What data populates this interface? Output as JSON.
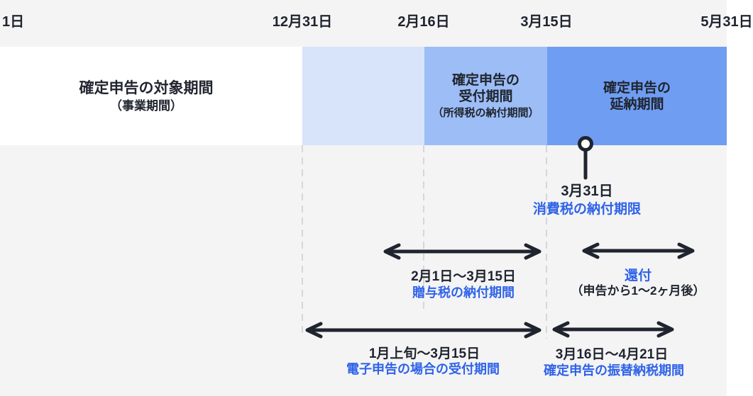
{
  "timeline": {
    "dates": [
      {
        "label": "1日"
      },
      {
        "label": "12月31日"
      },
      {
        "label": "2月16日"
      },
      {
        "label": "3月15日"
      },
      {
        "label": "5月31日"
      }
    ]
  },
  "bands": {
    "target_period": {
      "title": "確定申告の対象期間",
      "subtitle": "（事業期間）"
    },
    "filing_period": {
      "line1": "確定申告の",
      "line2": "受付期間",
      "line3": "（所得税の納付期間）"
    },
    "deferment_period": {
      "line1": "確定申告の",
      "line2": "延納期間"
    }
  },
  "annotations": {
    "consumption_tax": {
      "date": "3月31日",
      "label": "消費税の納付期限"
    },
    "gift_tax": {
      "range": "2月1日〜3月15日",
      "label": "贈与税の納付期間"
    },
    "refund": {
      "label": "還付",
      "note": "（申告から1〜2ヶ月後）"
    },
    "e_filing": {
      "range": "1月上旬〜3月15日",
      "label": "電子申告の場合の受付期間"
    },
    "bank_transfer": {
      "range": "3月16日〜4月21日",
      "label": "確定申告の振替納税期間"
    }
  },
  "colors": {
    "background": "#f4f4f5",
    "band_white": "#ffffff",
    "band_light_blue": "#d8e4fa",
    "band_medium_blue": "#9cbdf6",
    "band_dark_blue": "#6f9df2",
    "ink": "#1f242e",
    "accent_blue": "#2f63e8",
    "dashed_guide": "#d7d7db"
  }
}
